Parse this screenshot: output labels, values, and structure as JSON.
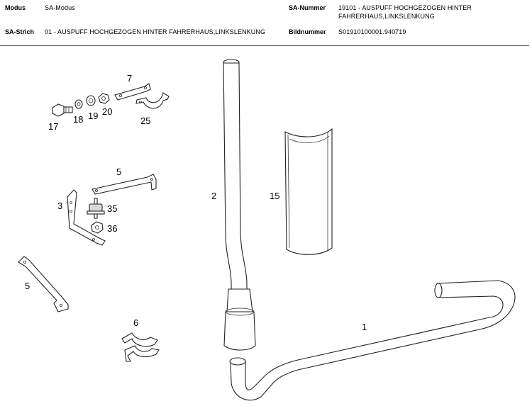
{
  "header": {
    "modus_label": "Modus",
    "modus_value": "SA-Modus",
    "sa_nummer_label": "SA-Nummer",
    "sa_nummer_value_line1": "19101  -  AUSPUFF  HOCHGEZOGEN  HINTER",
    "sa_nummer_value_line2": "FAHRERHAUS,LINKSLENKUNG",
    "sa_strich_label": "SA-Strich",
    "sa_strich_value": "01  -  AUSPUFF  HOCHGEZOGEN  HINTER  FAHRERHAUS,LINKSLENKUNG",
    "bildnummer_label": "Bildnummer",
    "bildnummer_value": "S01910100001.940719"
  },
  "callouts": {
    "c17": "17",
    "c18": "18",
    "c19": "19",
    "c20": "20",
    "c7": "7",
    "c25": "25",
    "c5a": "5",
    "c3": "3",
    "c35": "35",
    "c36": "36",
    "c5b": "5",
    "c6": "6",
    "c2": "2",
    "c15": "15",
    "c1": "1"
  }
}
